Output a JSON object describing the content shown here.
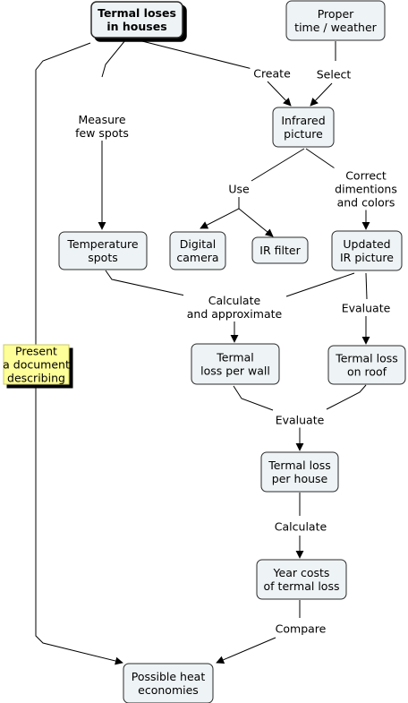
{
  "nodes": [
    {
      "id": "termal",
      "lines": [
        "Termal loses",
        "in houses"
      ],
      "style": "root"
    },
    {
      "id": "proper",
      "lines": [
        "Proper",
        "time / weather"
      ]
    },
    {
      "id": "infrared",
      "lines": [
        "Infrared",
        "picture"
      ]
    },
    {
      "id": "tempspots",
      "lines": [
        "Temperature",
        "spots"
      ]
    },
    {
      "id": "camera",
      "lines": [
        "Digital",
        "camera"
      ]
    },
    {
      "id": "irfilter",
      "lines": [
        "IR filter"
      ]
    },
    {
      "id": "updated",
      "lines": [
        "Updated",
        "IR picture"
      ]
    },
    {
      "id": "wall",
      "lines": [
        "Termal",
        "loss per wall"
      ]
    },
    {
      "id": "roof",
      "lines": [
        "Termal loss",
        "on roof"
      ]
    },
    {
      "id": "house",
      "lines": [
        "Termal loss",
        "per house"
      ]
    },
    {
      "id": "yearcost",
      "lines": [
        "Year costs",
        "of termal loss"
      ]
    },
    {
      "id": "economies",
      "lines": [
        "Possible heat",
        "economies"
      ]
    },
    {
      "id": "present",
      "lines": [
        "Present",
        "a document",
        "describing"
      ],
      "style": "note"
    }
  ],
  "edge_labels": [
    {
      "id": "create",
      "lines": [
        "Create"
      ]
    },
    {
      "id": "select",
      "lines": [
        "Select"
      ]
    },
    {
      "id": "measure",
      "lines": [
        "Measure",
        "few spots"
      ]
    },
    {
      "id": "use",
      "lines": [
        "Use"
      ]
    },
    {
      "id": "correct",
      "lines": [
        "Correct",
        "dimentions",
        "and colors"
      ]
    },
    {
      "id": "calcapprox",
      "lines": [
        "Calculate",
        "and approximate"
      ]
    },
    {
      "id": "evaluate1",
      "lines": [
        "Evaluate"
      ]
    },
    {
      "id": "evaluate2",
      "lines": [
        "Evaluate"
      ]
    },
    {
      "id": "calculate",
      "lines": [
        "Calculate"
      ]
    },
    {
      "id": "compare",
      "lines": [
        "Compare"
      ]
    }
  ]
}
